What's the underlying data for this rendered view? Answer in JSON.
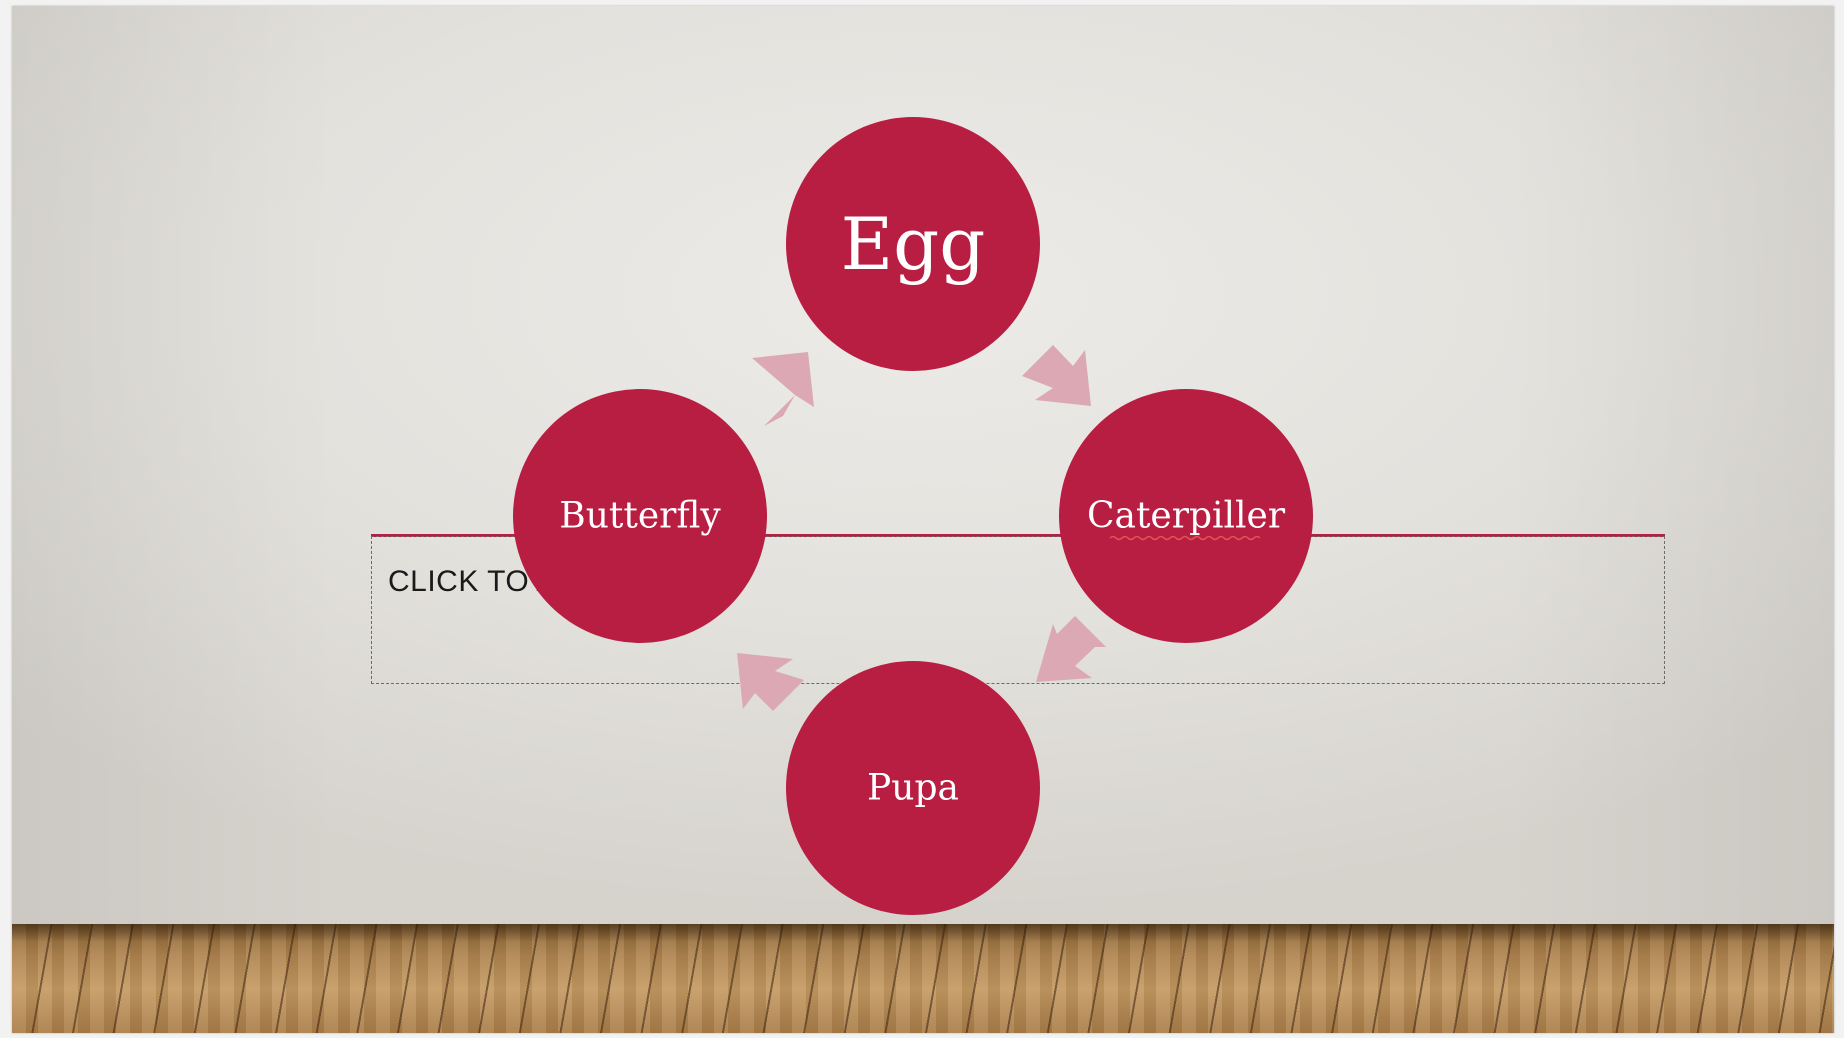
{
  "slide": {
    "placeholder_text": "CLICK TO ADD TEXT",
    "accent_color": "#b81d42",
    "arrow_color": "#dca8b3"
  },
  "cycle": {
    "nodes": [
      {
        "label": "Egg"
      },
      {
        "label": "Caterpiller"
      },
      {
        "label": "Pupa"
      },
      {
        "label": "Butterfly"
      }
    ]
  }
}
